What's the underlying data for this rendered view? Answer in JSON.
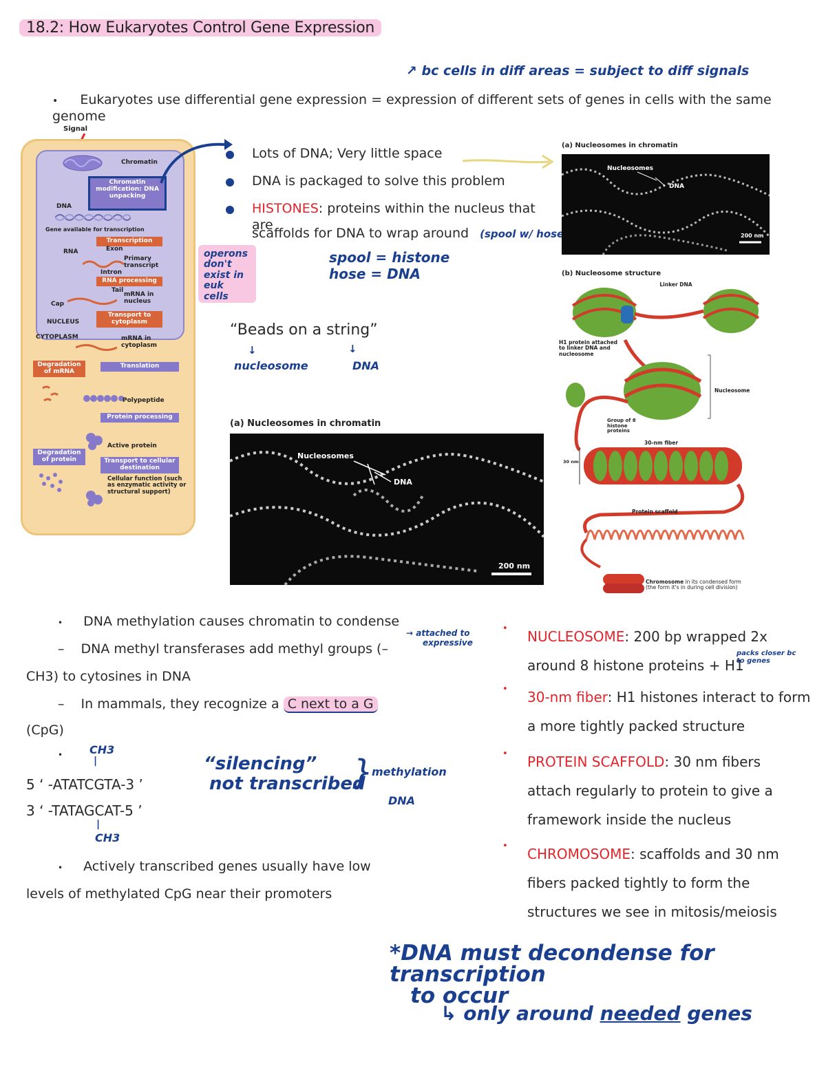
{
  "title": "18.2: How Eukaryotes Control Gene Expression",
  "annotation_top": "bc cells in diff areas = subject to diff signals",
  "intro_bullet": "Eukaryotes use differential gene expression = expression of different sets of genes in cells with the same genome",
  "flowchart": {
    "signal": "Signal",
    "chromatin": "Chromatin",
    "chromatin_mod": "Chromatin modification: DNA unpacking",
    "dna": "DNA",
    "gene_available": "Gene available for transcription",
    "transcription": "Transcription",
    "rna": "RNA",
    "exon": "Exon",
    "primary_transcript": "Primary transcript",
    "intron": "Intron",
    "rna_processing": "RNA processing",
    "tail": "Tail",
    "mrna_nucleus": "mRNA in nucleus",
    "cap": "Cap",
    "transport_cytoplasm": "Transport to cytoplasm",
    "nucleus": "NUCLEUS",
    "cytoplasm": "CYTOPLASM",
    "mrna_cytoplasm": "mRNA in cytoplasm",
    "degradation_mrna": "Degradation of mRNA",
    "translation": "Translation",
    "polypeptide": "Polypeptide",
    "protein_processing": "Protein processing",
    "active_protein": "Active protein",
    "degradation_protein": "Degradation of protein",
    "transport_cellular": "Transport to cellular destination",
    "cellular_function": "Cellular function (such as enzymatic activity or structural support)"
  },
  "dna_points": [
    "Lots of DNA; Very little space",
    "DNA is packaged to solve this problem"
  ],
  "histones": {
    "term": "HISTONES",
    "def_line1": ": proteins within the nucleus that are",
    "def_line2": "scaffolds for DNA to wrap around",
    "annotation": "(spool w/ hose)"
  },
  "pink_note": "operons don't exist in euk cells",
  "spool_note": [
    "spool = histone",
    "hose = DNA"
  ],
  "beads": {
    "text": "“Beads on a string”",
    "left": "nucleosome",
    "right": "DNA"
  },
  "micro_small": {
    "caption": "(a) Nucleosomes in chromatin",
    "nucleosomes": "Nucleosomes",
    "dna": "DNA",
    "scale": "200 nm"
  },
  "micro_large": {
    "caption": "(a) Nucleosomes in chromatin",
    "nucleosomes": "Nucleosomes",
    "dna": "DNA",
    "scale": "200 nm"
  },
  "structure": {
    "caption": "(b) Nucleosome structure",
    "linker": "Linker DNA",
    "h1": "H1 protein attached to linker DNA and nucleosome",
    "nucleosome": "Nucleosome",
    "group": "Group of 8 histone proteins",
    "fiber": "30-nm fiber",
    "nm": "30 nm",
    "scaffold": "Protein scaffold",
    "chromosome_bold": "Chromosome",
    "chromosome_rest": " in its condensed form",
    "chromosome_note": "(the form it's in during cell division)"
  },
  "methylation": {
    "b1": "DNA methylation causes chromatin to condense",
    "b2a": "DNA methyl transferases add methyl groups (–",
    "b2b": "CH3) to cytosines in DNA",
    "b3a": "In mammals, they recognize a ",
    "b3_hl": "C next to a G",
    "b3b": "(CpG)",
    "ch3_top": "CH3",
    "seq1": "5 ‘ -ATATCGTA-3 ’",
    "seq2": "3 ‘ -TATAGCAT-5 ’",
    "ch3_bottom": "CH3",
    "b4a": "Actively transcribed genes usually have low",
    "b4b": "levels of methylated CpG near their promoters"
  },
  "silencing": {
    "line1": "“silencing”",
    "line2": "not transcribed",
    "right1": "methylation",
    "right2": "DNA"
  },
  "attached_note": "attached to",
  "attached_note2": "expressive",
  "definitions": [
    {
      "term": "NUCLEOSOME",
      "l1": ": 200 bp wrapped 2x",
      "l2": "around 8 histone proteins + H1"
    },
    {
      "term": "30-nm fiber",
      "l1": ": H1 histones interact to form",
      "l2": "a more tightly packed structure"
    },
    {
      "term": "PROTEIN SCAFFOLD",
      "l1": ": 30 nm fibers",
      "l2": "attach regularly to protein to give a",
      "l3": "framework inside the nucleus"
    },
    {
      "term": "CHROMOSOME",
      "l1": ": scaffolds and 30 nm",
      "l2": "fibers packed tightly to form the",
      "l3": "structures we see in mitosis/meiosis"
    }
  ],
  "packs_note": "packs closer bc to genes",
  "bottom": {
    "line1": "*DNA must decondense for transcription",
    "line2": "to occur",
    "line3_a": "only around ",
    "line3_b": "needed",
    "line3_c": " genes"
  },
  "colors": {
    "ink": "#1b3f8f",
    "red": "#e3242b",
    "pink": "#f8c8e2"
  }
}
